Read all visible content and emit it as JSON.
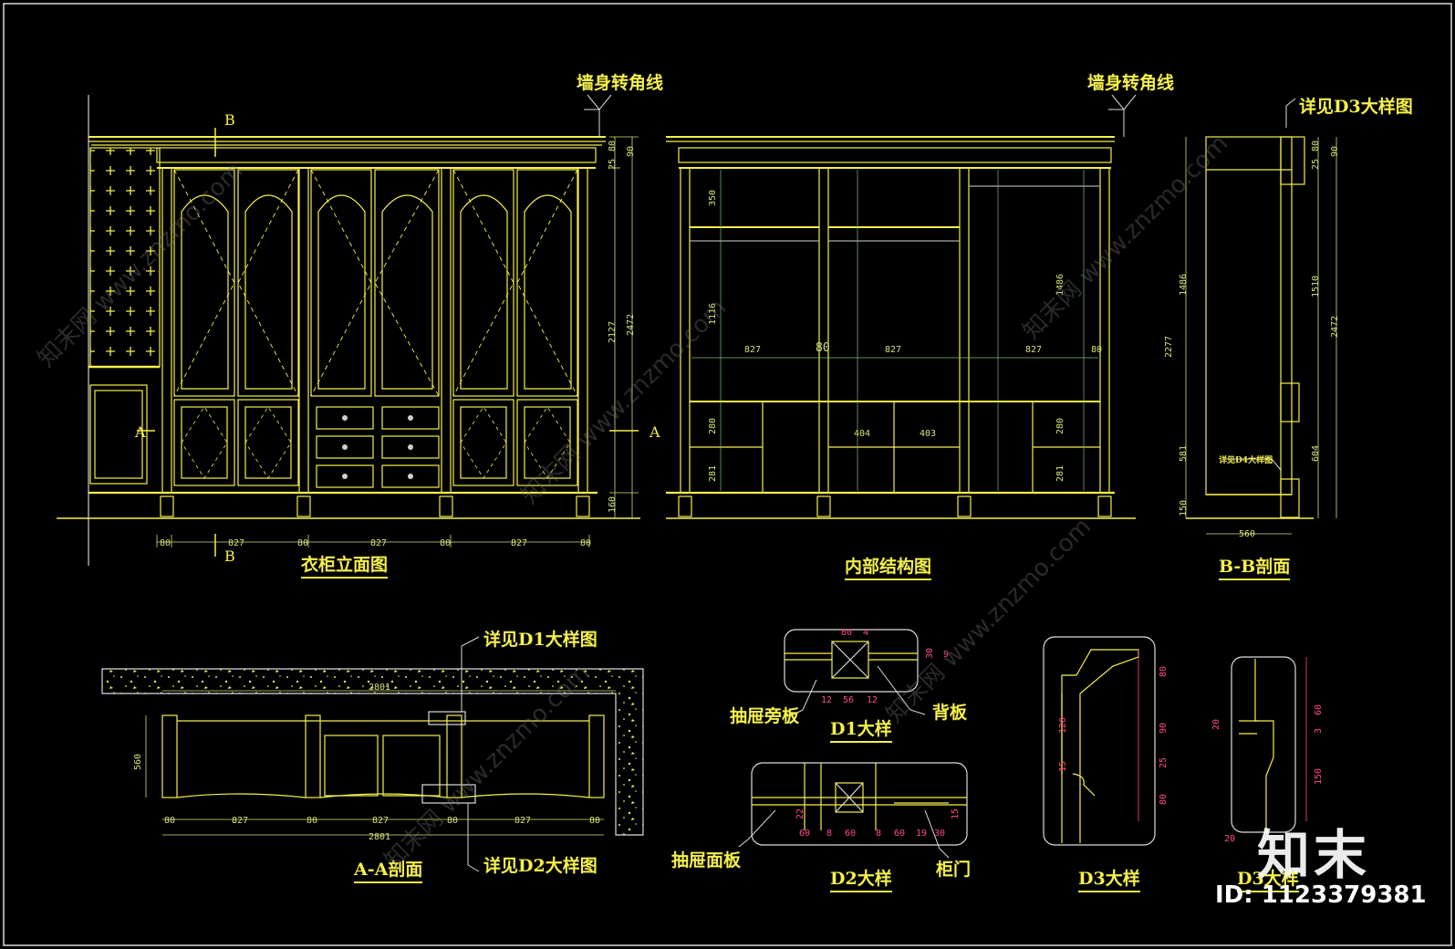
{
  "drawing": {
    "views": {
      "elevation": {
        "title": "衣柜立面图",
        "wall_corner": "墙身转角线",
        "mark_b": "B",
        "mark_a": "A"
      },
      "interior": {
        "title": "内部结构图",
        "wall_corner": "墙身转角线"
      },
      "section_bb": {
        "title": "B-B剖面",
        "ref_d3": "详见D3大样图",
        "ref_d4": "详见D4大样图"
      },
      "section_aa": {
        "title": "A-A剖面",
        "ref_d1": "详见D1大样图",
        "ref_d2": "详见D2大样图"
      },
      "d1": {
        "title": "D1大样",
        "drawer_side": "抽屉旁板",
        "back_panel": "背板"
      },
      "d2": {
        "title": "D2大样",
        "drawer_face": "抽屉面板",
        "cabinet_door": "柜门"
      },
      "d3a": {
        "title": "D3大样"
      },
      "d3b": {
        "title": "D3大样"
      }
    },
    "dims": {
      "elev_bottom": [
        "80",
        "827",
        "80",
        "827",
        "80",
        "827",
        "80"
      ],
      "elev_right": [
        "80",
        "90",
        "25",
        "2127",
        "2472",
        "160"
      ],
      "int_vertical": [
        "350",
        "1116",
        "280",
        "281",
        "1486",
        "280",
        "281"
      ],
      "int_horizontal": [
        "827",
        "80",
        "827",
        "827",
        "80",
        "404",
        "403"
      ],
      "bb": [
        "1486",
        "2277",
        "581",
        "150",
        "1510",
        "2472",
        "604",
        "80",
        "90",
        "25",
        "560"
      ],
      "aa": [
        "2801",
        "560",
        "80",
        "827",
        "80",
        "827",
        "80",
        "827",
        "80",
        "2801"
      ],
      "d1": [
        "80",
        "4",
        "30",
        "9",
        "12",
        "56",
        "12"
      ],
      "d2": [
        "22",
        "60",
        "8",
        "60",
        "8",
        "60",
        "19",
        "30",
        "15"
      ],
      "d3a": [
        "80",
        "90",
        "25",
        "80",
        "120",
        "15"
      ],
      "d3b": [
        "60",
        "20",
        "150",
        "20",
        "3"
      ]
    },
    "colors": {
      "background": "#000000",
      "lines": "#f5f04a",
      "dims": "#d8e07a",
      "detail_dims": "#ff4a8a"
    }
  },
  "branding": {
    "watermark": "知末网 www.znzmo.com",
    "logo": "知末",
    "image_id": "ID: 1123379381"
  }
}
